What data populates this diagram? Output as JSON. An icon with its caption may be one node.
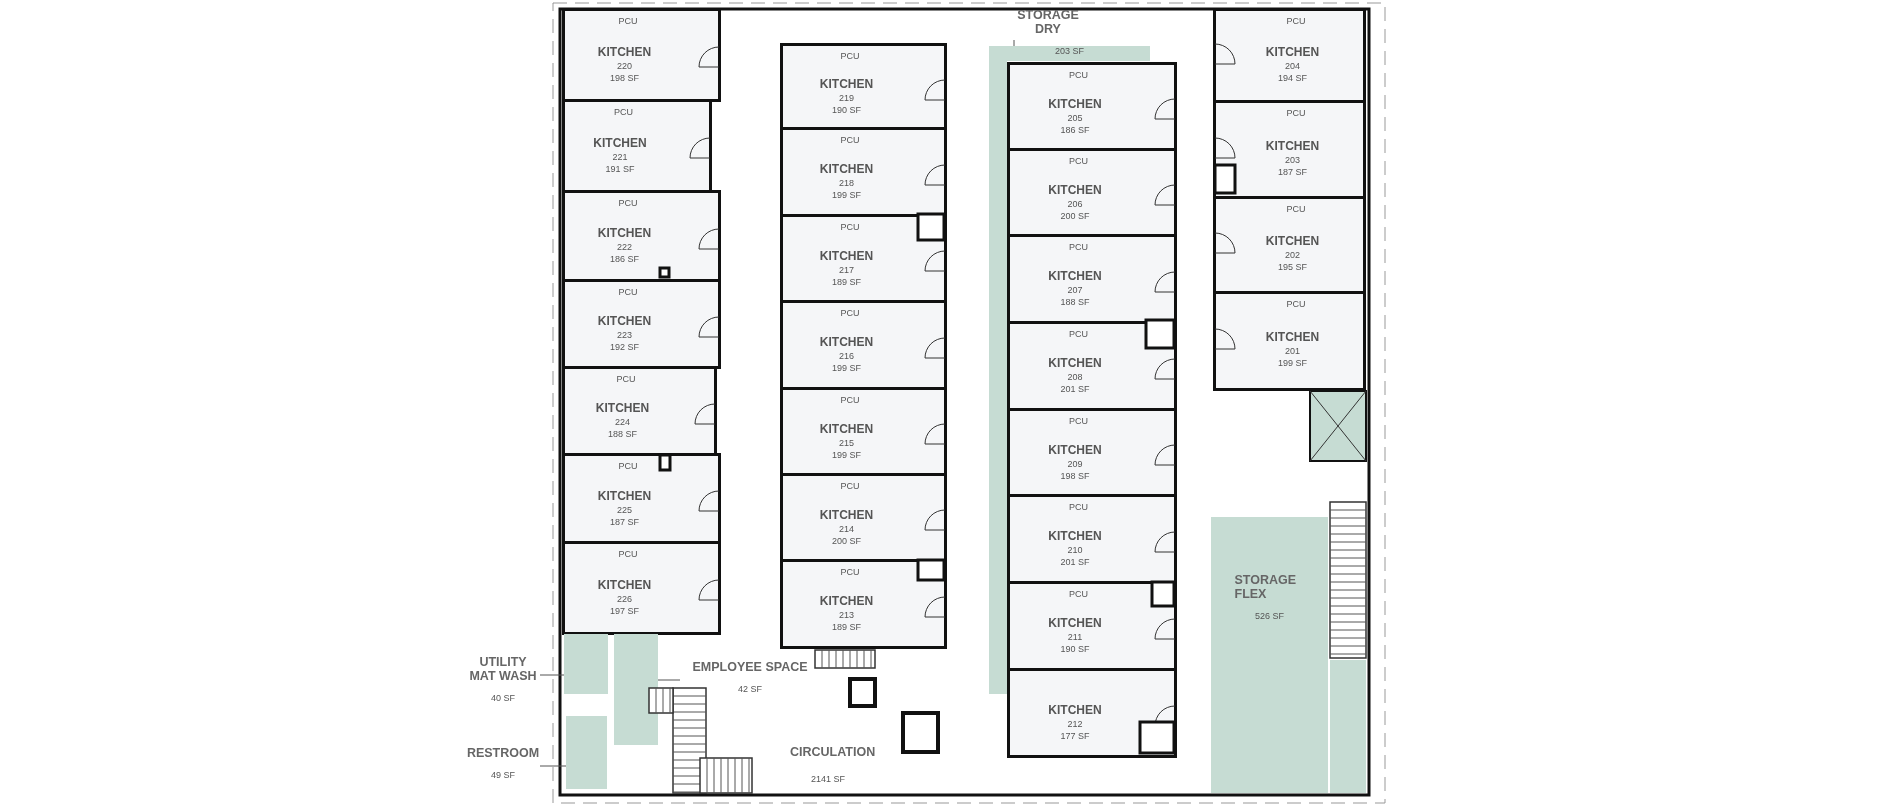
{
  "diagram": {
    "nodes": [
      {
        "text": [
          "PCU",
          "KITCHEN",
          "220",
          "198 SF"
        ]
      },
      {
        "text": [
          "PCU",
          "KITCHEN",
          "221",
          "191 SF"
        ]
      },
      {
        "text": [
          "PCU",
          "KITCHEN",
          "222",
          "186 SF"
        ]
      },
      {
        "text": [
          "PCU",
          "KITCHEN",
          "223",
          "192 SF"
        ]
      },
      {
        "text": [
          "PCU",
          "KITCHEN",
          "224",
          "188 SF"
        ]
      },
      {
        "text": [
          "PCU",
          "KITCHEN",
          "225",
          "187 SF"
        ]
      },
      {
        "text": [
          "PCU",
          "KITCHEN",
          "226",
          "197 SF"
        ]
      },
      {
        "text": [
          "PCU",
          "KITCHEN",
          "219",
          "190 SF"
        ]
      },
      {
        "text": [
          "PCU",
          "KITCHEN",
          "218",
          "199 SF"
        ]
      },
      {
        "text": [
          "PCU",
          "KITCHEN",
          "217",
          "189 SF"
        ]
      },
      {
        "text": [
          "PCU",
          "KITCHEN",
          "216",
          "199 SF"
        ]
      },
      {
        "text": [
          "PCU",
          "KITCHEN",
          "215",
          "199 SF"
        ]
      },
      {
        "text": [
          "PCU",
          "KITCHEN",
          "214",
          "200 SF"
        ]
      },
      {
        "text": [
          "PCU",
          "KITCHEN",
          "213",
          "189 SF"
        ]
      },
      {
        "text": [
          "STORAGE DRY"
        ]
      },
      {
        "text": [
          "203 SF"
        ]
      },
      {
        "text": [
          "PCU",
          "KITCHEN",
          "205",
          "186 SF"
        ]
      },
      {
        "text": [
          "PCU",
          "KITCHEN",
          "206",
          "200 SF"
        ]
      },
      {
        "text": [
          "PCU",
          "KITCHEN",
          "207",
          "188 SF"
        ]
      },
      {
        "text": [
          "PCU",
          "KITCHEN",
          "208",
          "201 SF"
        ]
      },
      {
        "text": [
          "PCU",
          "KITCHEN",
          "209",
          "198 SF"
        ]
      },
      {
        "text": [
          "PCU",
          "KITCHEN",
          "210",
          "201 SF"
        ]
      },
      {
        "text": [
          "PCU",
          "KITCHEN",
          "211",
          "190 SF"
        ]
      },
      {
        "text": [
          "KITCHEN",
          "212",
          "177 SF"
        ]
      },
      {
        "text": [
          "PCU",
          "KITCHEN",
          "204",
          "194 SF"
        ]
      },
      {
        "text": [
          "PCU",
          "KITCHEN",
          "203",
          "187 SF"
        ]
      },
      {
        "text": [
          "PCU",
          "KITCHEN",
          "202",
          "195 SF"
        ]
      },
      {
        "text": [
          "PCU",
          "KITCHEN",
          "201",
          "199 SF"
        ]
      },
      {
        "text": [
          "STORAGE FLEX",
          "526 SF"
        ]
      },
      {
        "text": [
          "UTILITY MAT WASH",
          "40 SF"
        ]
      },
      {
        "text": [],
        "shape": "box"
      },
      {
        "text": [
          "EMPLOYEE SPACE",
          "42 SF"
        ]
      },
      {
        "text": [],
        "shape": "box"
      },
      {
        "text": [
          "RESTROOM",
          "49 SF"
        ]
      },
      {
        "text": [],
        "shape": "box"
      }
    ],
    "edges": [
      {
        "from": 14,
        "to": 15,
        "arrow": "none"
      },
      {
        "from": 29,
        "to": 30,
        "arrow": "none"
      },
      {
        "from": 31,
        "to": 32,
        "arrow": "none"
      },
      {
        "from": 33,
        "to": 34,
        "arrow": "none"
      }
    ],
    "labels": [
      "CIRCULATION",
      "2141 SF"
    ]
  }
}
